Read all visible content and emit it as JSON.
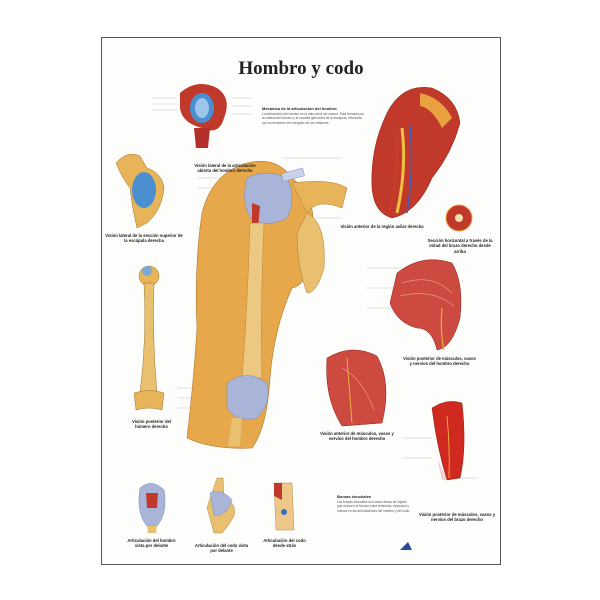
{
  "poster": {
    "title": "Hombro y codo",
    "text_block": {
      "heading": "Mecánica de la articulación del hombro",
      "body": "La articulación del hombro es la más móvil del cuerpo. Está formada por la cabeza del húmero y la cavidad glenoidea de la escápula, reforzada por los tendones del manguito de los rotadores."
    },
    "bursas": {
      "heading": "Bursas sinoviales",
      "body": "Las bursas sinoviales son sacos llenos de líquido que reducen la fricción entre tendones, músculos y huesos en las articulaciones del hombro y del codo."
    },
    "captions": {
      "lateral_open_joint": "Visión lateral de la articulación abierta del hombro derecho",
      "scapula_section": "Visión lateral de la sección superior de la escápula derecha",
      "humerus_posterior": "Visión posterior del húmero derecho",
      "axillary_anterior": "Visión anterior de la región axilar derecha",
      "horizontal_section": "Sección horizontal a través de la mitad del brazo derecho desde arriba",
      "shoulder_posterior_muscles": "Visión posterior de músculos, vasos y nervios del hombro derecho",
      "shoulder_anterior_muscles": "Visión anterior de músculos, vasos y nervios del hombro derecho",
      "arm_posterior_muscles": "Visión posterior de músculos, vasos y nervios del brazo derecho",
      "shoulder_joint_front": "Articulación del hombro vista por delante",
      "elbow_joint_front": "Articulación del codo vista por delante",
      "elbow_joint_back": "Articulación del codo desde atrás"
    },
    "colors": {
      "bone": "#e8b45a",
      "muscle": "#c8302a",
      "ligament": "#a8b4d8",
      "cartilage": "#4a8fd0"
    }
  }
}
